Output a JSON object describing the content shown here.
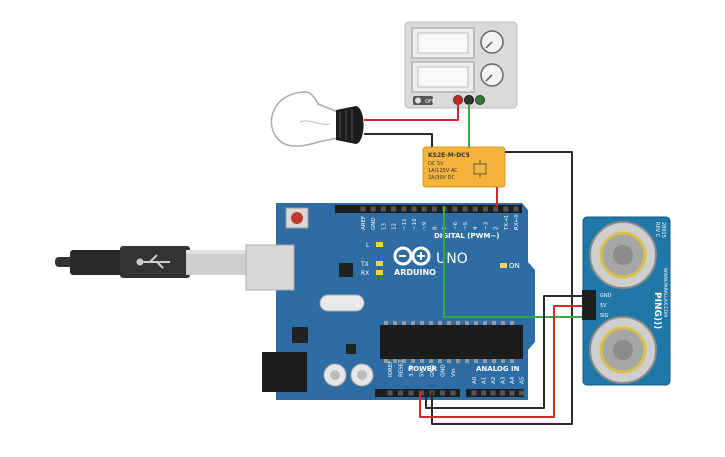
{
  "colors": {
    "board": "#2e6ca4",
    "board_dark": "#1f5283",
    "relay": "#f4b43c",
    "sensor": "#1f78a8",
    "wire_red": "#d62a2a",
    "wire_black": "#2b2b2b",
    "wire_green": "#39a845",
    "header": "#1e1e1e"
  },
  "relay": {
    "model": "KS2E-M-DC5",
    "coil": "DC 5V",
    "rating_ac": "1A/125V AC",
    "rating_dc": "2A/30V DC"
  },
  "arduino": {
    "brand": "ARDUINO",
    "model": "UNO",
    "digital_label": "DIGITAL (PWM~)",
    "power_label": "POWER",
    "analog_label": "ANALOG IN",
    "on_label": "ON",
    "l_label": "L",
    "tx_label": "TX",
    "rx_label": "RX",
    "digital_pins": [
      "AREF",
      "GND",
      "13",
      "12",
      "~11",
      "~10",
      "~9",
      "8",
      "7",
      "~6",
      "~5",
      "4",
      "~3",
      "2",
      "TX→1",
      "RX←0"
    ],
    "power_pins": [
      "IOREF",
      "RESET",
      "3.3V",
      "5V",
      "GND",
      "GND",
      "Vin"
    ],
    "analog_pins": [
      "A0",
      "A1",
      "A2",
      "A3",
      "A4",
      "A5"
    ]
  },
  "sensor": {
    "name": "PING)))",
    "part": "28015",
    "rev": "REV C",
    "site": "WWW.PARALLAX.COM",
    "pins": [
      "GND",
      "5V",
      "SIG"
    ]
  },
  "power_supply": {
    "switch_label": "OFF"
  },
  "icons": {
    "usb": "usb-icon",
    "bulb": "light-bulb-icon",
    "arduino_logo": "arduino-infinity-logo-icon"
  }
}
